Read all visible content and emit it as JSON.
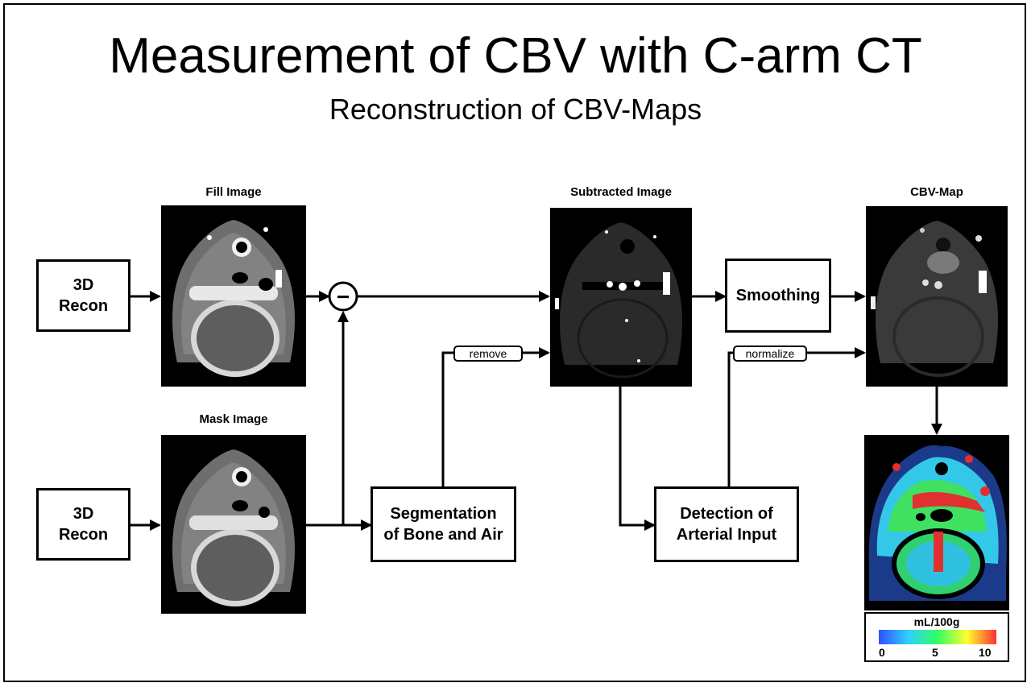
{
  "title": "Measurement of CBV with C-arm CT",
  "subtitle": "Reconstruction of CBV-Maps",
  "captions": {
    "fill": "Fill Image",
    "mask": "Mask Image",
    "subtracted": "Subtracted Image",
    "cbv": "CBV-Map"
  },
  "boxes": {
    "recon_top": "3D\nRecon",
    "recon_bottom": "3D\nRecon",
    "segmentation": "Segmentation\nof Bone and Air",
    "smoothing": "Smoothing",
    "detection": "Detection of\nArterial Input"
  },
  "tags": {
    "remove": "remove",
    "normalize": "normalize"
  },
  "operator": "−",
  "legend": {
    "unit": "mL/100g",
    "ticks": [
      "0",
      "5",
      "10"
    ],
    "colors": [
      "#3050ff",
      "#30d0ff",
      "#30ff60",
      "#ffff30",
      "#ff3030"
    ]
  },
  "icons": {
    "fill_image": "ct-scan-fill",
    "mask_image": "ct-scan-mask",
    "subtracted_image": "ct-scan-subtracted",
    "cbv_map": "ct-scan-cbv",
    "colormap": "cbv-color-map"
  }
}
